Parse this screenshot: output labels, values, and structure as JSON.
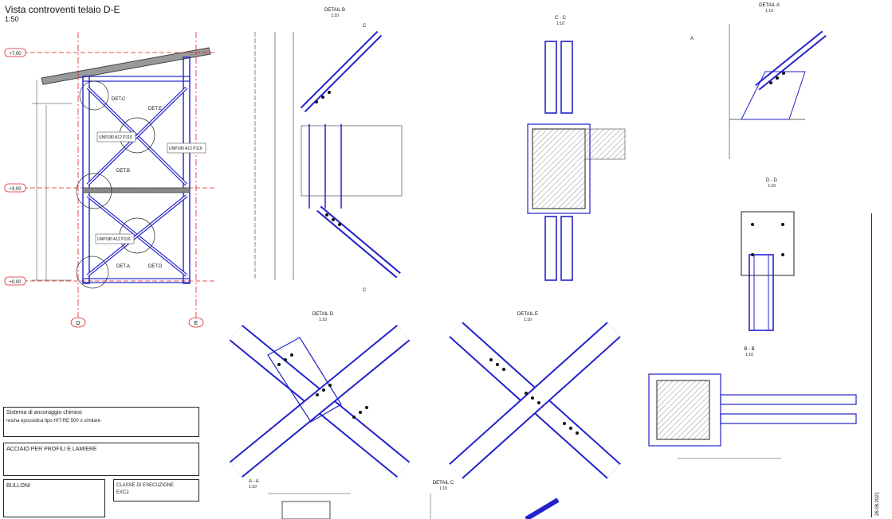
{
  "drawing": {
    "title": "Vista controventi telaio D-E",
    "scale": "1:50"
  },
  "levels": [
    "+7.00",
    "+3.00",
    "+0.00"
  ],
  "grid_axes": [
    "D",
    "E"
  ],
  "details": {
    "b": {
      "title": "DETAIL B",
      "scale": "1:10"
    },
    "cc": {
      "title": "C - C",
      "scale": "1:10"
    },
    "a": {
      "title": "DETAIL A",
      "scale": "1:10"
    },
    "dd": {
      "title": "D - D",
      "scale": "1:10"
    },
    "d": {
      "title": "DETAIL D",
      "scale": "1:10"
    },
    "e": {
      "title": "DETAIL E",
      "scale": "1:10"
    },
    "bb": {
      "title": "B - B",
      "scale": "1:10"
    },
    "aa": {
      "title": "A - A",
      "scale": "1:10"
    },
    "c": {
      "title": "DETAIL C",
      "scale": "1:10"
    }
  },
  "elevation_labels": {
    "det_c": "DET.C",
    "det_b": "DET.B",
    "det_a": "DET.A",
    "det_d": "DET.D",
    "det_e": "DET.E",
    "upn1": "UNP180 A12 P116",
    "upn2": "UNP180 A12 P116",
    "upn3": "UNP180 A12 P116"
  },
  "notes": {
    "anchor_title": "Sistema di ancoraggio chimico",
    "anchor_line1": "resina epossidica tipo HIT-RE 500 o similare",
    "anchor_line2": "",
    "steel_title": "ACCIAIO PER PROFILI E LAMIERE",
    "steel_line1": "",
    "bolts_title": "BULLONI",
    "class_title": "CLASSE DI ESECUZIONE",
    "class_line1": "EXC2"
  },
  "title_block": {
    "date": "26.08.2021"
  }
}
